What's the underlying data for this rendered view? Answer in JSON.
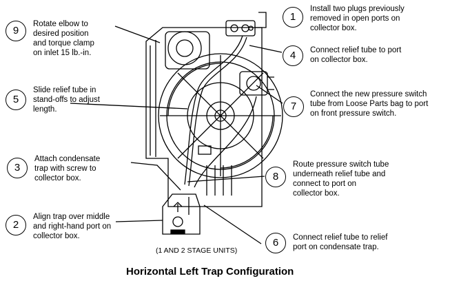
{
  "title": "Horizontal Left Trap Configuration",
  "subtitle": "(1 AND 2 STAGE UNITS)",
  "callouts": [
    {
      "num": "1",
      "text": "Install two plugs previously\nremoved in open ports on\ncollector box."
    },
    {
      "num": "2",
      "text": "Align trap over middle\nand right-hand port on\ncollector box."
    },
    {
      "num": "3",
      "text": "Attach condensate\ntrap with screw to\ncollector box."
    },
    {
      "num": "4",
      "text": "Connect relief tube to port\non collector box."
    },
    {
      "num": "5",
      "text": "Slide relief tube in\nstand-offs to adjust\nlength."
    },
    {
      "num": "6",
      "text": "Connect relief tube to relief\nport on condensate trap."
    },
    {
      "num": "7",
      "text": "Connect the new pressure switch\ntube from Loose Parts bag to port\non front pressure switch."
    },
    {
      "num": "8",
      "text": "Route pressure switch tube\nunderneath relief tube and\nconnect to port on\ncollector box."
    },
    {
      "num": "9",
      "text": "Rotate elbow to\ndesired position\nand torque clamp\non inlet 15 lb.-in."
    }
  ]
}
